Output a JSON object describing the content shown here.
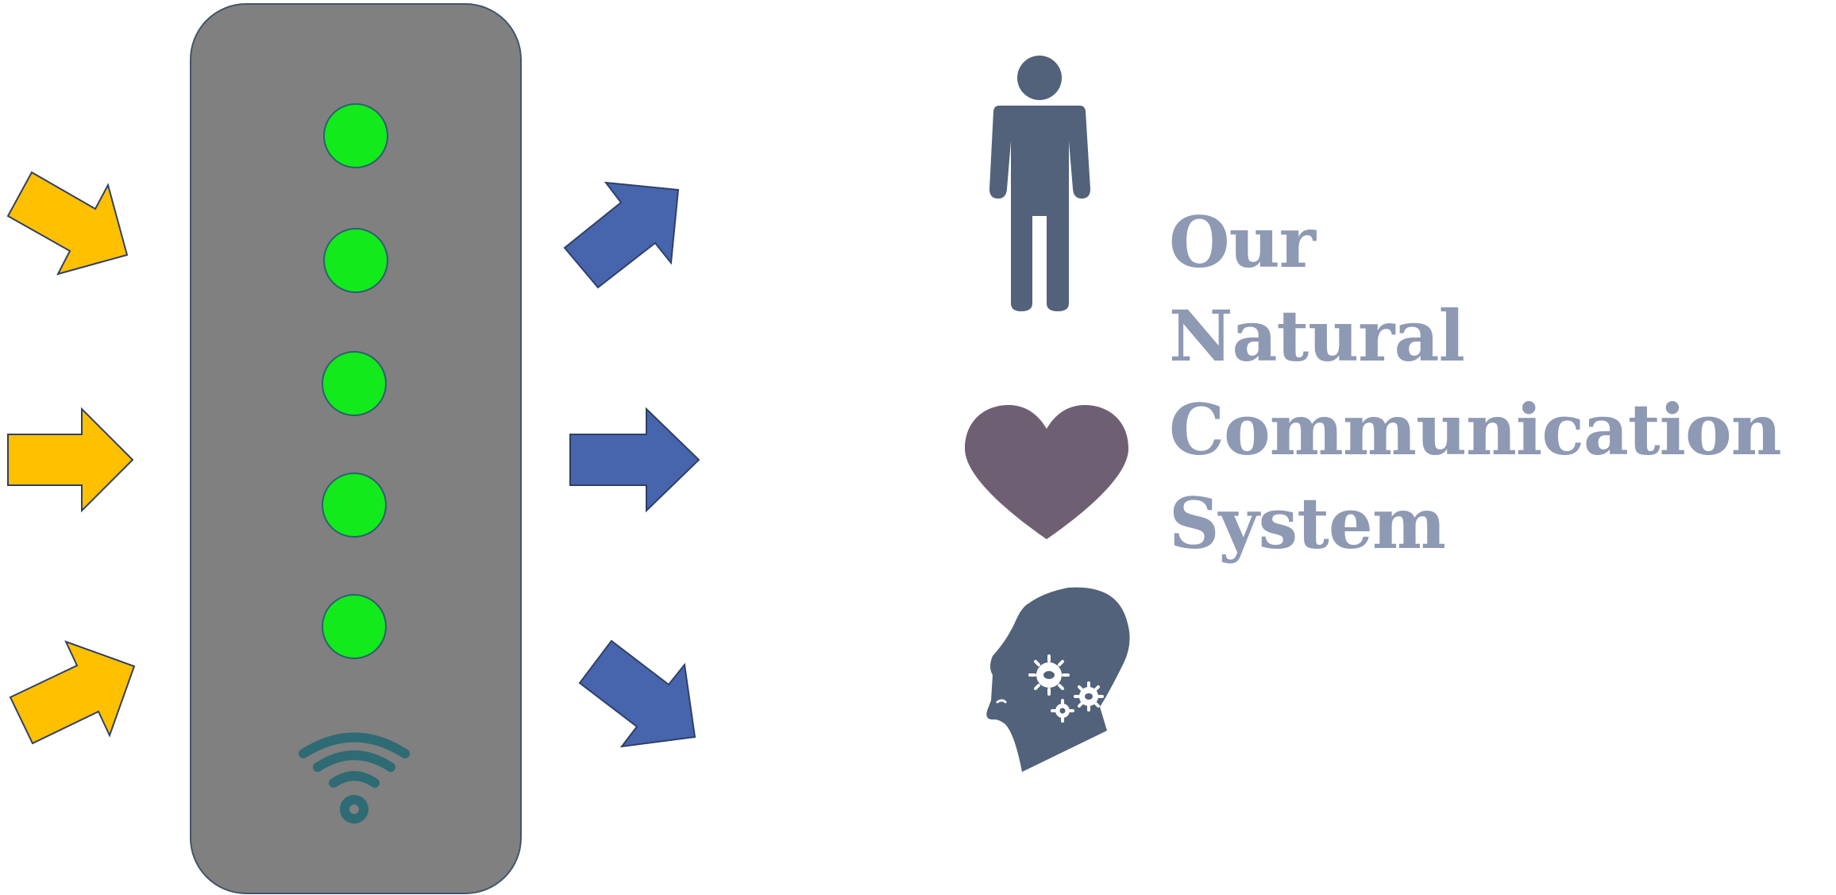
{
  "title": {
    "lines": [
      "Our",
      "Natural",
      "Communication",
      "System"
    ]
  },
  "device": {
    "led_count": 5,
    "led_status": "on",
    "wifi_icon": "wifi-icon"
  },
  "input_arrows": {
    "count": 3,
    "icon": "arrow-icon"
  },
  "output_arrows": {
    "count": 3,
    "icon": "arrow-icon"
  },
  "icons": [
    "person-icon",
    "heart-icon",
    "head-gears-icon"
  ],
  "colors": {
    "device_body": "#808080",
    "device_border": "#44546A",
    "led": "#12EA1B",
    "led_border": "#2E5F6F",
    "wifi": "#2E6B74",
    "input_arrow": "#FFC000",
    "output_arrow": "#4765AD",
    "arrow_border": "#2F3F66",
    "person": "#51627A",
    "heart": "#6E6072",
    "head": "#51627A",
    "title_text": "#8E99B3"
  }
}
